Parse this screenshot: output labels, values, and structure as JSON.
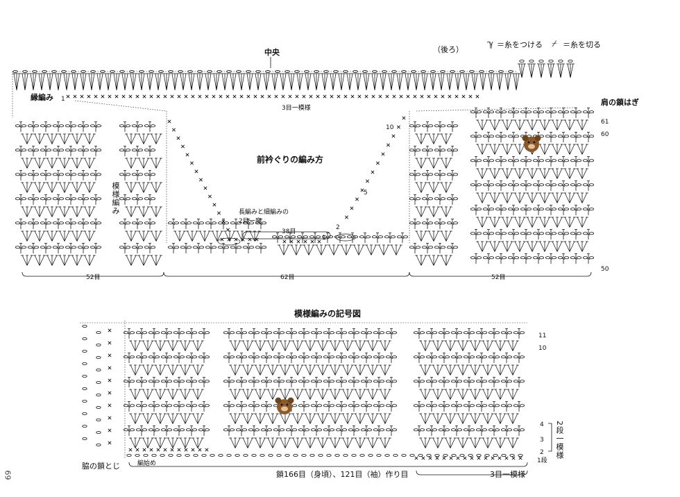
{
  "title_main": "前衿ぐりの編み方",
  "title_pattern": "模様編みの記号図",
  "labels": {
    "center": "中央",
    "back": "（後ろ）",
    "attach": "＝糸をつける",
    "cut": "＝糸を切る",
    "edge": "縁編み",
    "edge_row": "1",
    "repeat_3": "3目一模様",
    "shoulder": "肩の鎖はぎ",
    "pattern_vertical": "模様編み",
    "decrease_note_1": "長編みと細編みの",
    "decrease_note_2": "2目一度",
    "side_seam": "脇の鎖とじ",
    "start": "編始め",
    "foundation": "鎖166目（身頃）、121目（袖）作り目",
    "repeat_bottom": "3目一模様",
    "two_row_repeat": "2段一模様",
    "row1": "1段",
    "page": "69"
  },
  "counts": {
    "left": "52目",
    "middle": "62目",
    "right": "52目",
    "center38": "38目"
  },
  "row_numbers": {
    "r61": "61",
    "r60": "60",
    "r50": "50",
    "r10": "10",
    "r5": "5",
    "r2": "2",
    "r1": "1",
    "p11": "11",
    "p10": "10",
    "p4": "4",
    "p3": "3",
    "p2": "2"
  },
  "colors": {
    "ink": "#111111",
    "paper": "#ffffff",
    "line": "#333333"
  }
}
